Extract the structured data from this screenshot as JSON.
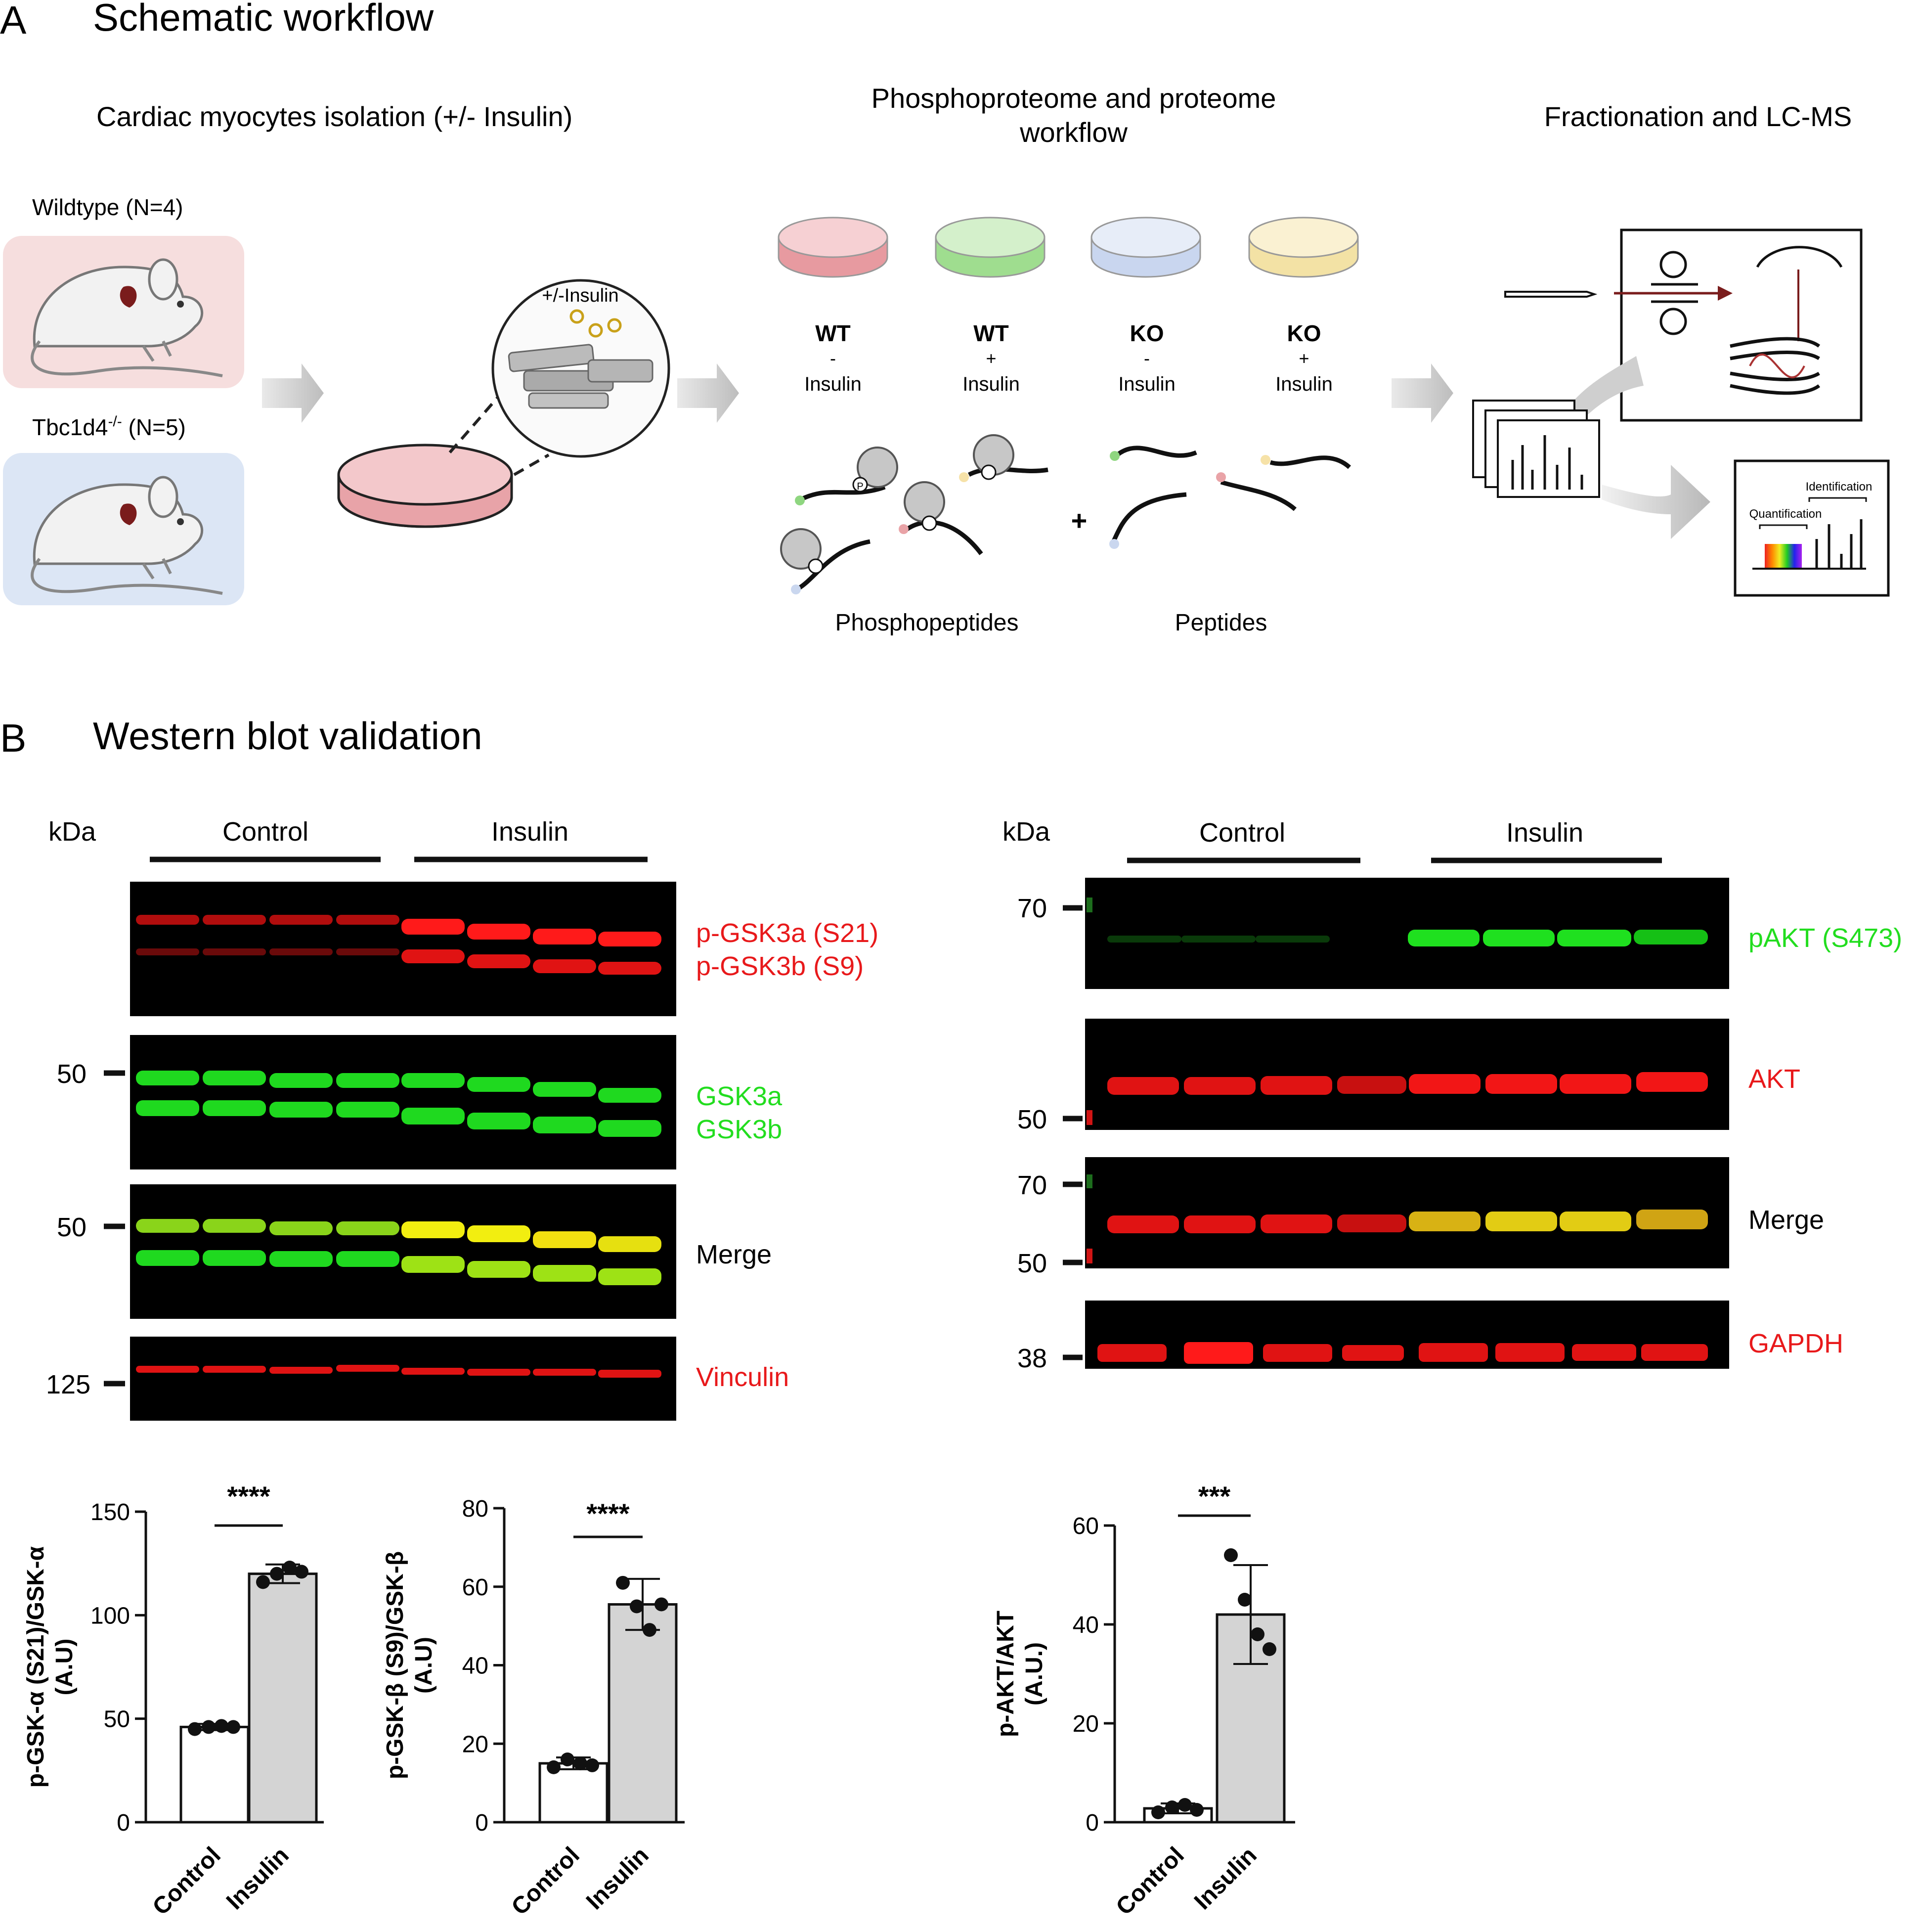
{
  "colors": {
    "red_label": "#e8191b",
    "green_label": "#22dd1f",
    "bar_control": "#ffffff",
    "bar_insulin": "#d4d4d4",
    "wt_bg": "#f6dede",
    "ko_bg": "#dce6f5",
    "dish_red": "#e79aa0",
    "dish_green": "#9fdd8f",
    "dish_blue": "#c9d6ef",
    "dish_yellow": "#f3e2a5"
  },
  "panel_a": {
    "letter": "A",
    "title": "Schematic workflow",
    "step1_title": "Cardiac myocytes isolation (+/- Insulin)",
    "wildtype_label": "Wildtype (N=4)",
    "ko_label_main": "Tbc1d4",
    "ko_label_sup": "-/-",
    "ko_label_n": " (N=5)",
    "insulin_bubble": "+/-Insulin",
    "step2_title_line1": "Phosphoproteome and proteome",
    "step2_title_line2": "workflow",
    "step3_title": "Fractionation and LC-MS",
    "conditions": [
      {
        "group": "WT",
        "sign": "-",
        "treat": "Insulin"
      },
      {
        "group": "WT",
        "sign": "+",
        "treat": "Insulin"
      },
      {
        "group": "KO",
        "sign": "-",
        "treat": "Insulin"
      },
      {
        "group": "KO",
        "sign": "+",
        "treat": "Insulin"
      }
    ],
    "phospho_label": "Phosphopeptides",
    "peptides_label": "Peptides",
    "plus_sign": "+",
    "p_marker": "P",
    "identification_label": "Identification",
    "quantification_label": "Quantification"
  },
  "panel_b": {
    "letter": "B",
    "title": "Western blot validation",
    "left_blot": {
      "kda": "kDa",
      "group1": "Control",
      "group2": "Insulin",
      "marker_50a": "50",
      "marker_50b": "50",
      "marker_125": "125",
      "label_pgsk3a": "p-GSK3a (S21)",
      "label_pgsk3b": "p-GSK3b (S9)",
      "label_gsk3a": "GSK3a",
      "label_gsk3b": "GSK3b",
      "label_merge": "Merge",
      "label_vinculin": "Vinculin"
    },
    "right_blot": {
      "kda": "kDa",
      "group1": "Control",
      "group2": "Insulin",
      "marker_70a": "70",
      "marker_50a": "50",
      "marker_70b": "70",
      "marker_50b": "50",
      "marker_38": "38",
      "label_pakt": "pAKT (S473)",
      "label_akt": "AKT",
      "label_merge": "Merge",
      "label_gapdh": "GAPDH"
    }
  },
  "chart_data": [
    {
      "type": "bar",
      "categories": [
        "Control",
        "Insulin"
      ],
      "values": [
        46,
        120
      ],
      "errors": [
        1.5,
        4.5
      ],
      "points": [
        [
          45,
          46,
          46.5,
          46
        ],
        [
          116,
          120,
          123,
          121
        ]
      ],
      "ylabel_line1": "p-GSK-α (S21)/GSK-α",
      "ylabel_line2": "(A.U)",
      "ylim": [
        0,
        150
      ],
      "yticks": [
        "0",
        "50",
        "100",
        "150"
      ],
      "significance": "****"
    },
    {
      "type": "bar",
      "categories": [
        "Control",
        "Insulin"
      ],
      "values": [
        15,
        55.5
      ],
      "errors": [
        1.5,
        6.5
      ],
      "points": [
        [
          14,
          16,
          15,
          14.5
        ],
        [
          61,
          55,
          49,
          55.5
        ]
      ],
      "ylabel_line1": "p-GSK-β (S9)/GSK-β",
      "ylabel_line2": "(A.U)",
      "ylim": [
        0,
        80
      ],
      "yticks": [
        "0",
        "20",
        "40",
        "60",
        "80"
      ],
      "significance": "****"
    },
    {
      "type": "bar",
      "categories": [
        "Control",
        "Insulin"
      ],
      "values": [
        2.8,
        42
      ],
      "errors": [
        1.0,
        10
      ],
      "points": [
        [
          2,
          3,
          3.5,
          2.5
        ],
        [
          54,
          45,
          38,
          35
        ]
      ],
      "ylabel_line1": "p-AKT/AKT",
      "ylabel_line2": "(A.U.)",
      "ylim": [
        0,
        60
      ],
      "yticks": [
        "0",
        "20",
        "40",
        "60"
      ],
      "significance": "***"
    }
  ]
}
